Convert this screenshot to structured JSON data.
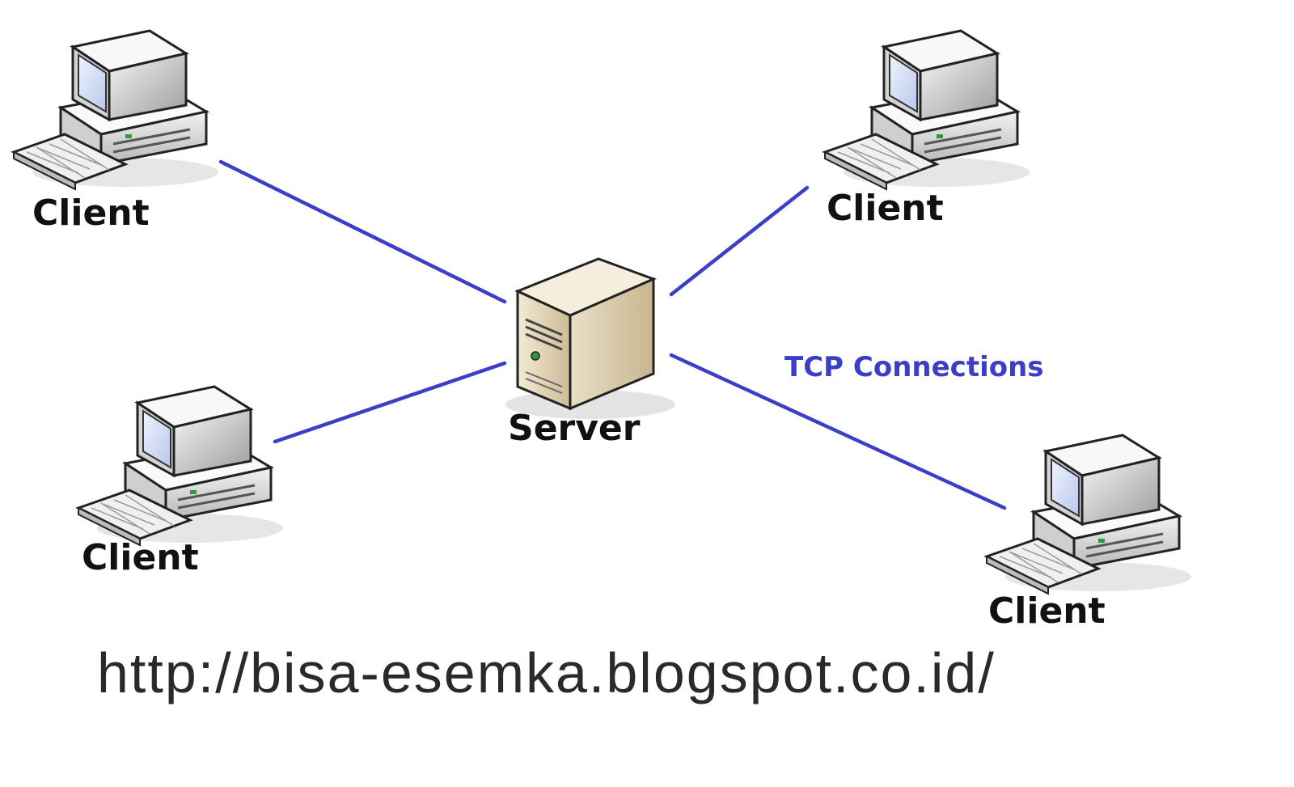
{
  "diagram": {
    "server": {
      "label": "Server",
      "icon": "server-tower-icon"
    },
    "clients": [
      {
        "label": "Client",
        "icon": "desktop-computer-icon"
      },
      {
        "label": "Client",
        "icon": "desktop-computer-icon"
      },
      {
        "label": "Client",
        "icon": "desktop-computer-icon"
      },
      {
        "label": "Client",
        "icon": "desktop-computer-icon"
      }
    ],
    "connection_label": "TCP Connections",
    "connection_color": "#3b3fc7"
  },
  "watermark": "http://bisa-esemka.blogspot.co.id/"
}
